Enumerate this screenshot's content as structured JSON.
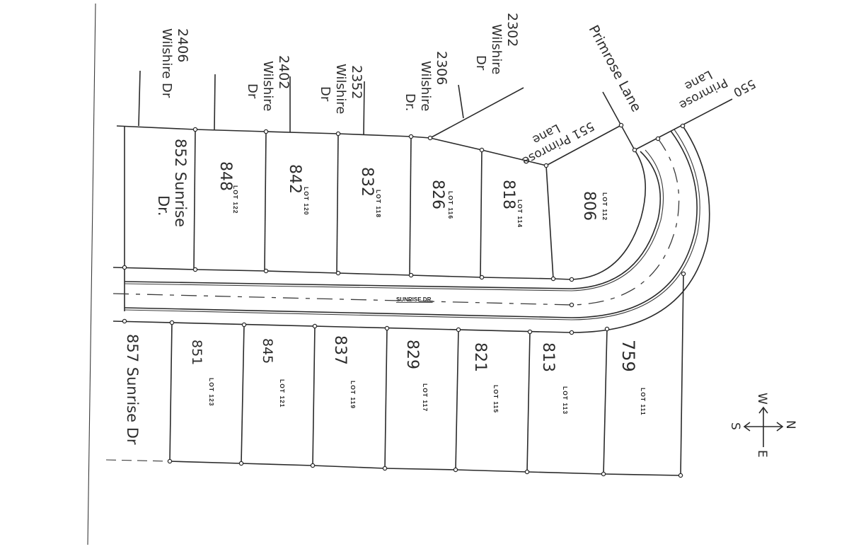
{
  "map": {
    "type": "subdivision plat (hand-annotated)",
    "street_label": "SUNRISE DR.",
    "north_row_addresses": {
      "a2406": "2406",
      "a2406_street": "Wilshire Dr",
      "a2402": "2402",
      "a2402_street1": "Wilshire",
      "a2402_street2": "Dr",
      "a2352": "2352",
      "a2352_street1": "Wilshire",
      "a2352_street2": "Dr",
      "a2306": "2306",
      "a2306_street1": "Wilshire",
      "a2306_street2": "Dr.",
      "a2302": "2302",
      "a2302_street1": "Wilshire",
      "a2302_street2": "Dr"
    },
    "primrose": {
      "primrose_lane": "Primrose Lane",
      "p551_line1": "551 Primrose",
      "p551_line2": "Lane",
      "p550_num": "550",
      "p550_line1": "Primrose",
      "p550_line2": "Lane"
    },
    "corner_labels": {
      "s852_line1": "852 Sunrise",
      "s852_line2": "Dr.",
      "s857": "857 Sunrise Dr"
    },
    "upper_lots": [
      {
        "lot": "LOT 122",
        "address": "848"
      },
      {
        "lot": "LOT 120",
        "address": "842"
      },
      {
        "lot": "LOT 118",
        "address": "832"
      },
      {
        "lot": "LOT 116",
        "address": "826"
      },
      {
        "lot": "LOT 114",
        "address": "818"
      },
      {
        "lot": "LOT 112",
        "address": "806"
      }
    ],
    "lower_lots": [
      {
        "lot": "LOT 123",
        "address": "851"
      },
      {
        "lot": "LOT 121",
        "address": "845"
      },
      {
        "lot": "LOT 119",
        "address": "837"
      },
      {
        "lot": "LOT 117",
        "address": "829"
      },
      {
        "lot": "LOT 115",
        "address": "821"
      },
      {
        "lot": "LOT 113",
        "address": "813"
      },
      {
        "lot": "LOT 111",
        "address": "759"
      }
    ],
    "compass": {
      "up": "W",
      "right": "N",
      "left": "S",
      "down": "E"
    }
  }
}
